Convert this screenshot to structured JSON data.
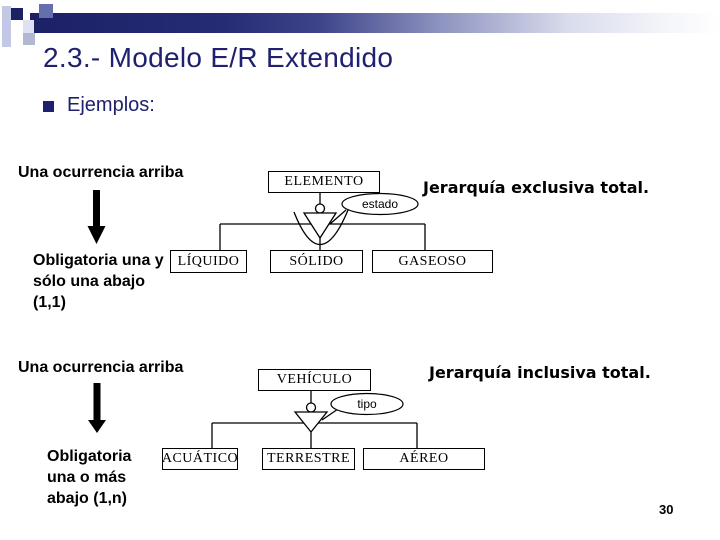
{
  "header": {
    "title": "2.3.- Modelo E/R Extendido",
    "bullet_label": "Ejemplos:"
  },
  "footer": {
    "page_number": "30"
  },
  "colors": {
    "title_navy": "#1f2170",
    "bar_navy": "#1c2166",
    "accent_slate": "#656fae",
    "accent_periwinkle": "#c3c8e6",
    "accent_pale": "#dde1f1",
    "accent_gray": "#b3b8d2",
    "diagram_ink": "#000000"
  },
  "diagram1": {
    "note_top": "Una ocurrencia arriba",
    "note_bottom": [
      "Obligatoria una y",
      "sólo una abajo",
      "(1,1)"
    ],
    "caption": "Jerarquía exclusiva total.",
    "parent": "ELEMENTO",
    "attribute": "estado",
    "children": [
      "LÍQUIDO",
      "SÓLIDO",
      "GASEOSO"
    ]
  },
  "diagram2": {
    "note_top": "Una ocurrencia arriba",
    "note_bottom": [
      "Obligatoria",
      "una o más",
      "abajo (1,n)"
    ],
    "caption": "Jerarquía inclusiva total.",
    "parent": "VEHÍCULO",
    "attribute": "tipo",
    "children": [
      "ACUÁTICO",
      "TERRESTRE",
      "AÉREO"
    ]
  }
}
